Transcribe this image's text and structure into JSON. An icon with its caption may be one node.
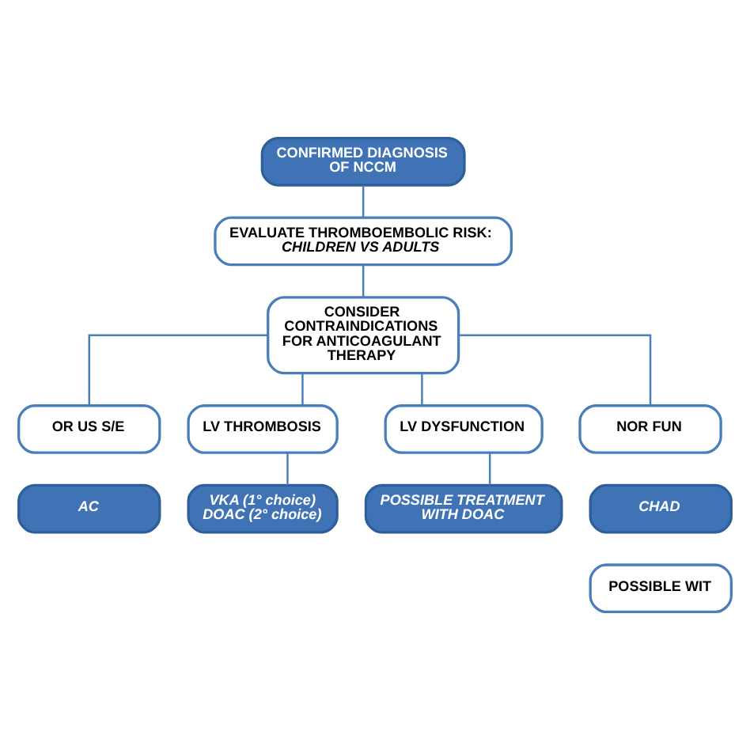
{
  "diagram": {
    "nodes": [
      {
        "text": [
          "CONFIRMED DIAGNOSIS OF NCCM"
        ]
      },
      {
        "text": [
          "EVALUATE THROMBOEMBOLIC RISK:",
          "CHILDREN VS ADULTS"
        ]
      },
      {
        "text": [
          "CONSIDER CONTRAINDICATIONS FOR ANTICOAGULANT THERAPY"
        ]
      },
      {
        "text": [
          "OR US S/E"
        ]
      },
      {
        "text": [
          "LV THROMBOSIS"
        ]
      },
      {
        "text": [
          "LV DYSFUNCTION"
        ]
      },
      {
        "text": [
          "NOR FUN"
        ]
      },
      {
        "text": [
          "AC"
        ]
      },
      {
        "text": [
          "VKA (1° choice)",
          "DOAC (2° choice)"
        ]
      },
      {
        "text": [
          "POSSIBLE TREATMENT WITH DOAC"
        ]
      },
      {
        "text": [
          "CHAD"
        ]
      },
      {
        "text": [
          "POSSIBLE WIT"
        ]
      }
    ],
    "edges": [
      {
        "from": 0,
        "to": 1,
        "arrow": "none"
      },
      {
        "from": 1,
        "to": 2,
        "arrow": "none"
      },
      {
        "from": 2,
        "to": 3,
        "arrow": "none"
      },
      {
        "from": 2,
        "to": 4,
        "arrow": "none"
      },
      {
        "from": 2,
        "to": 5,
        "arrow": "none"
      },
      {
        "from": 2,
        "to": 6,
        "arrow": "none"
      },
      {
        "from": 4,
        "to": 8,
        "arrow": "none"
      },
      {
        "from": 5,
        "to": 9,
        "arrow": "none"
      }
    ]
  }
}
